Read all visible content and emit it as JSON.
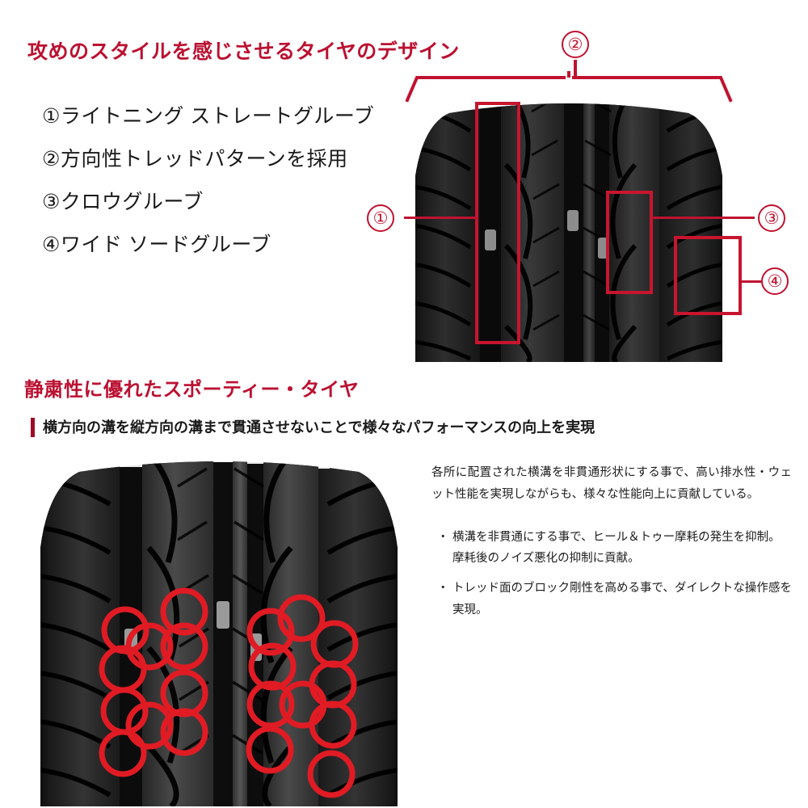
{
  "section1": {
    "title": "攻めのスタイルを感じさせるタイヤのデザイン",
    "features": [
      "①ライトニング ストレートグルーブ",
      "②方向性トレッドパターンを採用",
      "③クロウグルーブ",
      "④ワイド ソードグルーブ"
    ],
    "callouts": [
      {
        "id": "callout-1",
        "label": "①",
        "number": "1"
      },
      {
        "id": "callout-2",
        "label": "②",
        "number": "2"
      },
      {
        "id": "callout-3",
        "label": "③",
        "number": "3"
      },
      {
        "id": "callout-4",
        "label": "④",
        "number": "4"
      }
    ]
  },
  "section2": {
    "title": "静粛性に優れたスポーティー・タイヤ",
    "subtitle": "横方向の溝を縦方向の溝まで貫通させないことで様々なパフォーマンスの向上を実現",
    "paragraph": "各所に配置された横溝を非貫通形状にする事で、高い排水性・ウェット性能を実現しながらも、様々な性能向上に貢献している。",
    "bullet_mark": "・",
    "bullets": [
      "横溝を非貫通にする事で、ヒール＆トゥー摩耗の発生を抑制。摩耗後のノイズ悪化の抑制に貢献。",
      "トレッド面のブロック剛性を高める事で、ダイレクトな操作感を実現。"
    ]
  },
  "colors": {
    "heading_red": "#bb1131",
    "callout_red": "#c01230",
    "marker_red": "#c8152f",
    "circle_red": "#e01b24",
    "bar_red": "#9e0b28",
    "text_dark": "#1a1a1a",
    "background": "#ffffff"
  },
  "graphics": {
    "top_tire": "directional-tread-tire-top-view",
    "bottom_tire": "directional-tread-tire-grayscale-with-circles",
    "bottom_circle_count": 20
  }
}
